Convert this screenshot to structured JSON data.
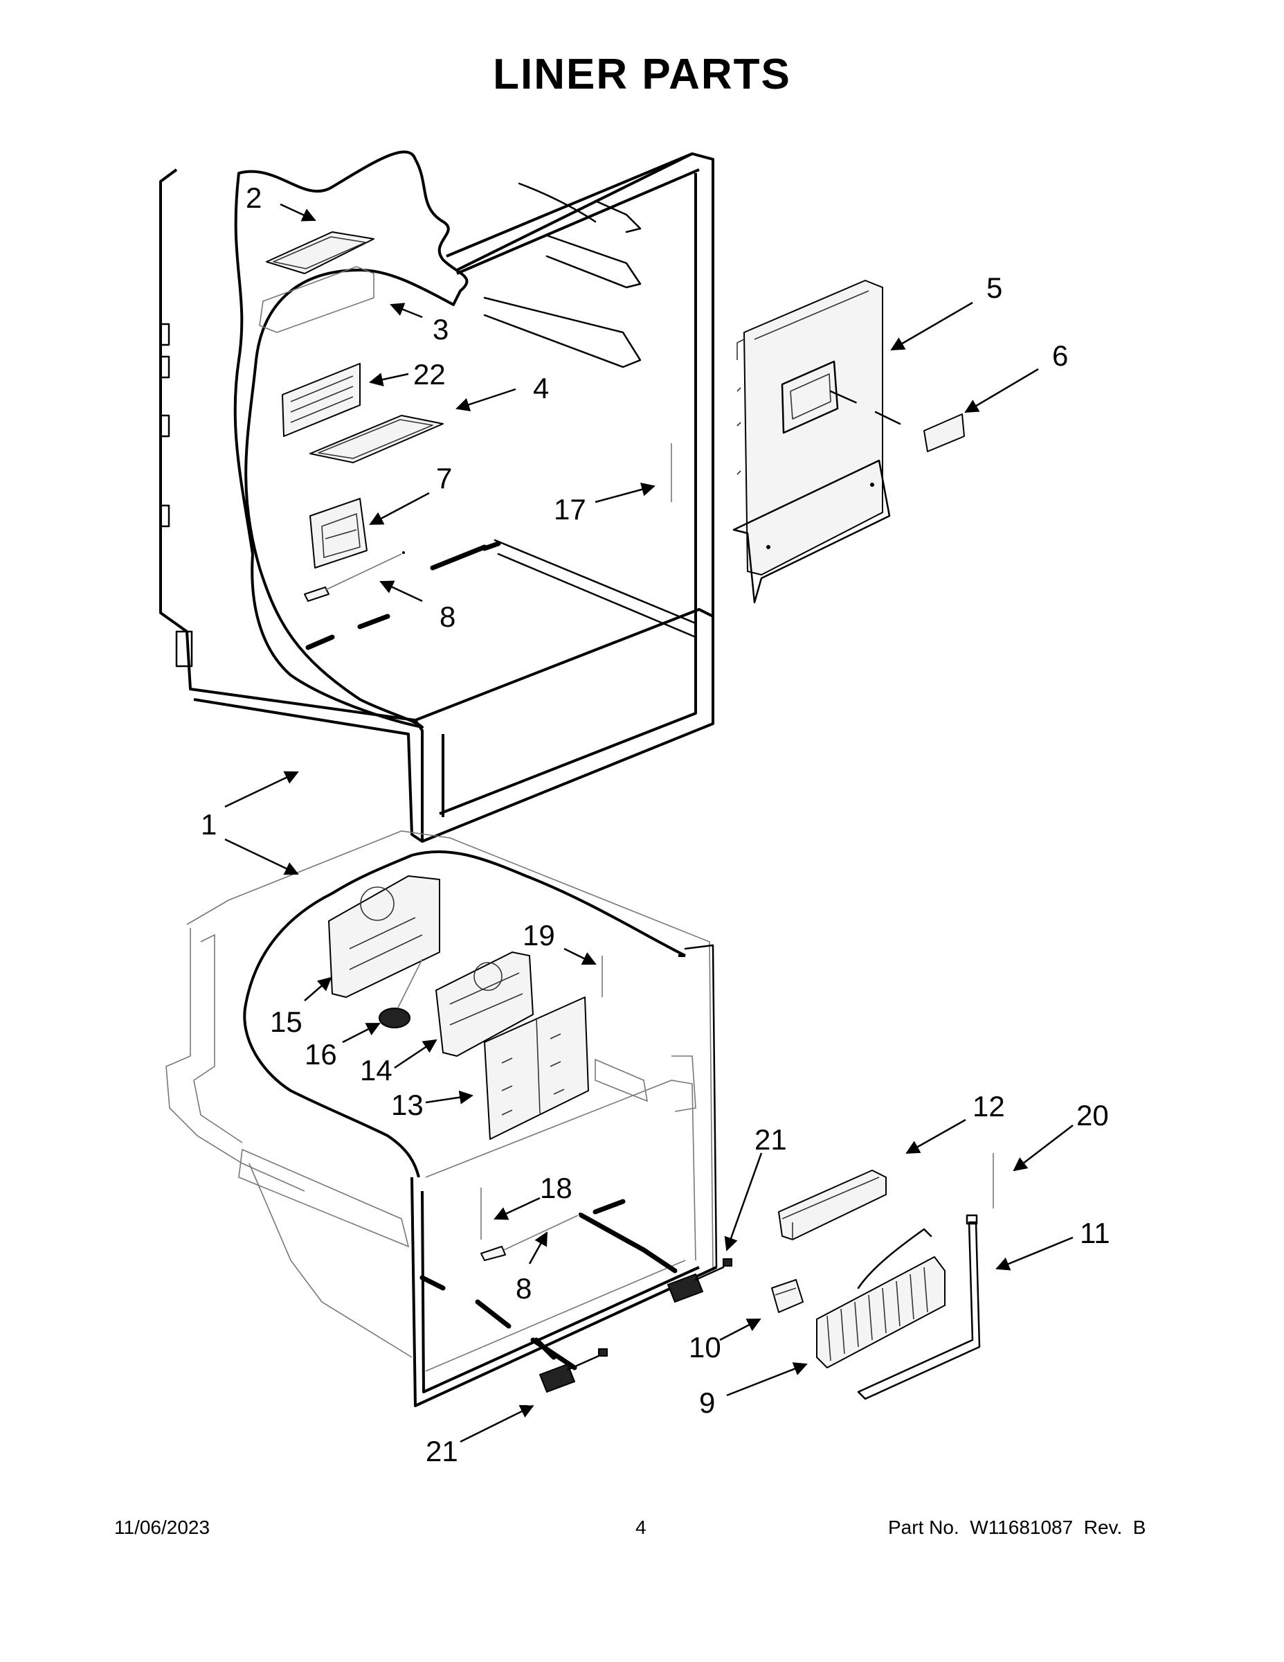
{
  "document": {
    "title": "LINER PARTS",
    "date": "11/06/2023",
    "page_number": "4",
    "part_number": "Part No.  W11681087  Rev.  B"
  },
  "callouts": [
    {
      "id": "c2",
      "label": "2"
    },
    {
      "id": "c3",
      "label": "3"
    },
    {
      "id": "c22",
      "label": "22"
    },
    {
      "id": "c4",
      "label": "4"
    },
    {
      "id": "c7",
      "label": "7"
    },
    {
      "id": "c17",
      "label": "17"
    },
    {
      "id": "c8a",
      "label": "8"
    },
    {
      "id": "c5",
      "label": "5"
    },
    {
      "id": "c6",
      "label": "6"
    },
    {
      "id": "c1",
      "label": "1"
    },
    {
      "id": "c19",
      "label": "19"
    },
    {
      "id": "c15",
      "label": "15"
    },
    {
      "id": "c16",
      "label": "16"
    },
    {
      "id": "c14",
      "label": "14"
    },
    {
      "id": "c13",
      "label": "13"
    },
    {
      "id": "c12",
      "label": "12"
    },
    {
      "id": "c20",
      "label": "20"
    },
    {
      "id": "c21a",
      "label": "21"
    },
    {
      "id": "c18",
      "label": "18"
    },
    {
      "id": "c8b",
      "label": "8"
    },
    {
      "id": "c11",
      "label": "11"
    },
    {
      "id": "c10",
      "label": "10"
    },
    {
      "id": "c9",
      "label": "9"
    },
    {
      "id": "c21b",
      "label": "21"
    }
  ]
}
